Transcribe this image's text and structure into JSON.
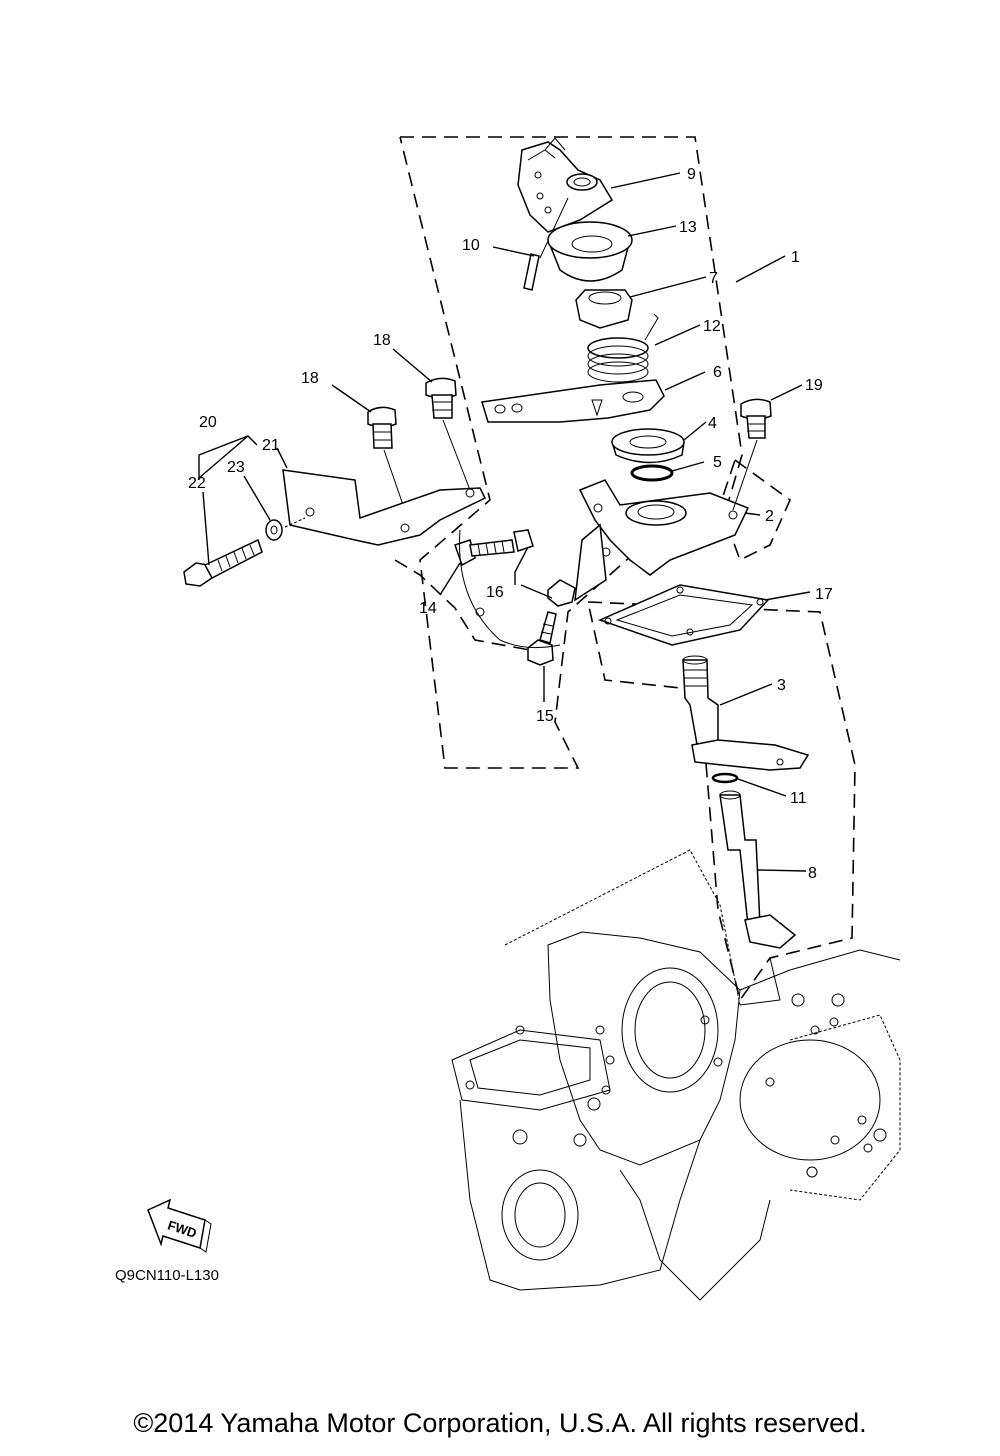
{
  "diagram": {
    "callouts": {
      "p1": "1",
      "p2": "2",
      "p3": "3",
      "p4": "4",
      "p5": "5",
      "p6": "6",
      "p7": "7",
      "p8": "8",
      "p9": "9",
      "p10": "10",
      "p11": "11",
      "p12": "12",
      "p13": "13",
      "p14": "14",
      "p15": "15",
      "p16": "16",
      "p17": "17",
      "p18a": "18",
      "p18b": "18",
      "p19": "19",
      "p20": "20",
      "p21": "21",
      "p22": "22",
      "p23": "23"
    },
    "fwd_label": "FWD",
    "drawing_code": "Q9CN110-L130"
  },
  "footer": {
    "copyright": "©2014 Yamaha Motor Corporation, U.S.A. All rights reserved."
  }
}
